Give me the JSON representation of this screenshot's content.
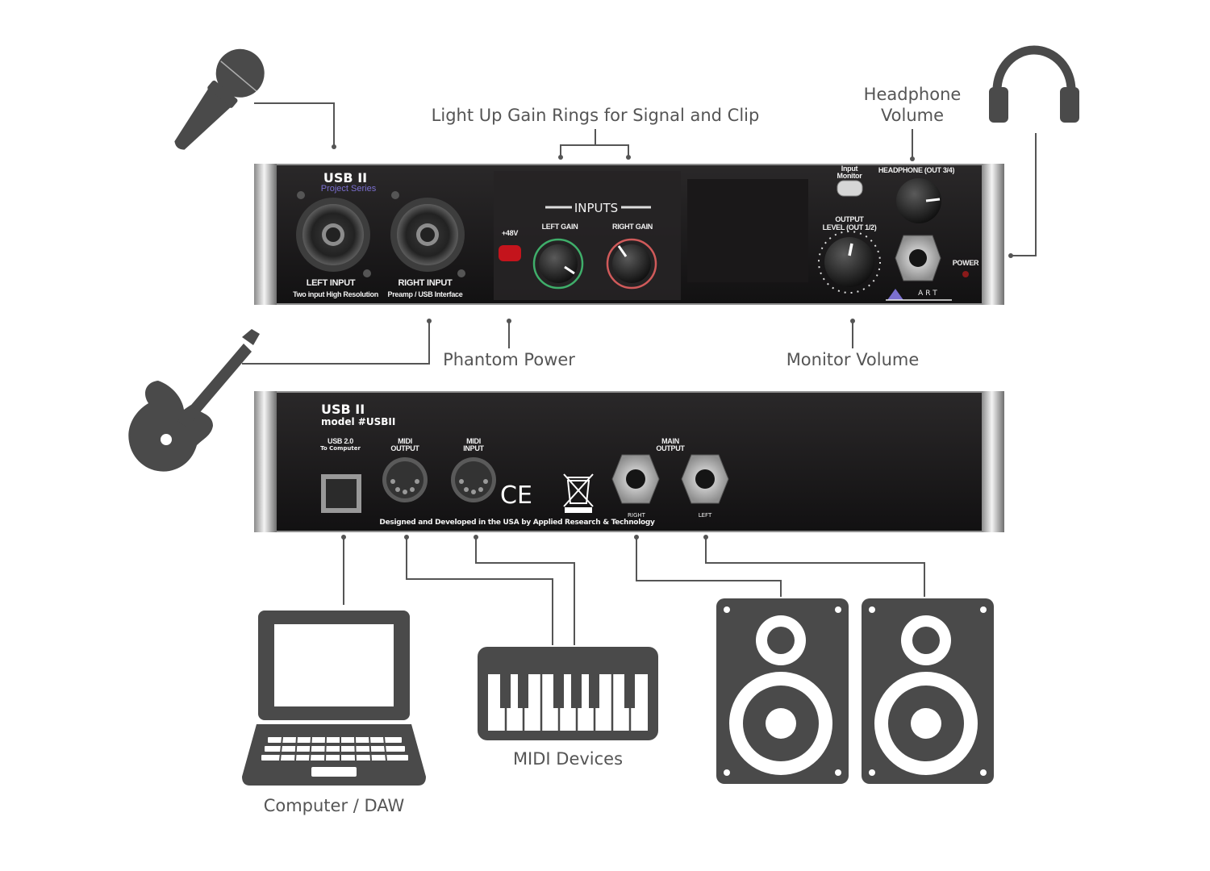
{
  "callouts": {
    "gain_rings": "Light Up Gain Rings for Signal and Clip",
    "headphone_volume_line1": "Headphone",
    "headphone_volume_line2": "Volume",
    "phantom_power": "Phantom Power",
    "monitor_volume": "Monitor Volume",
    "computer": "Computer / DAW",
    "midi_devices": "MIDI Devices"
  },
  "front_panel": {
    "brand": "USB II",
    "series": "Project Series",
    "phantom_label": "+48V",
    "inputs_header": "INPUTS",
    "left_gain": "LEFT GAIN",
    "right_gain": "RIGHT GAIN",
    "left_input": "LEFT INPUT",
    "right_input": "RIGHT INPUT",
    "tagline_a": "Two input  High Resolution",
    "tagline_b": "Preamp / USB Interface",
    "input_monitor_line1": "Input",
    "input_monitor_line2": "Monitor",
    "headphone_label": "HEADPHONE (OUT 3/4)",
    "output_level_line1": "OUTPUT",
    "output_level_line2": "LEVEL (OUT 1/2)",
    "power_label": "POWER",
    "logo_text": "A  R  T"
  },
  "rear_panel": {
    "brand": "USB II",
    "model": "model  #USBII",
    "usb_line1": "USB 2.0",
    "usb_line2": "To Computer",
    "midi_out_line1": "MIDI",
    "midi_out_line2": "OUTPUT",
    "midi_in_line1": "MIDI",
    "midi_in_line2": "INPUT",
    "ce_mark": "CE",
    "main_output_line1": "MAIN",
    "main_output_line2": "OUTPUT",
    "right_label": "RIGHT",
    "left_label": "LEFT",
    "designed_text": "Designed and Developed in the USA by Applied Research & Technology"
  },
  "colors": {
    "icon_gray": "#4a4a4a",
    "panel_black": "#1c1a1b",
    "left_ring": "#3fae6a",
    "right_ring": "#d05a5a",
    "phantom_led": "#c4141c",
    "brand_purple": "#7b6fcf"
  }
}
